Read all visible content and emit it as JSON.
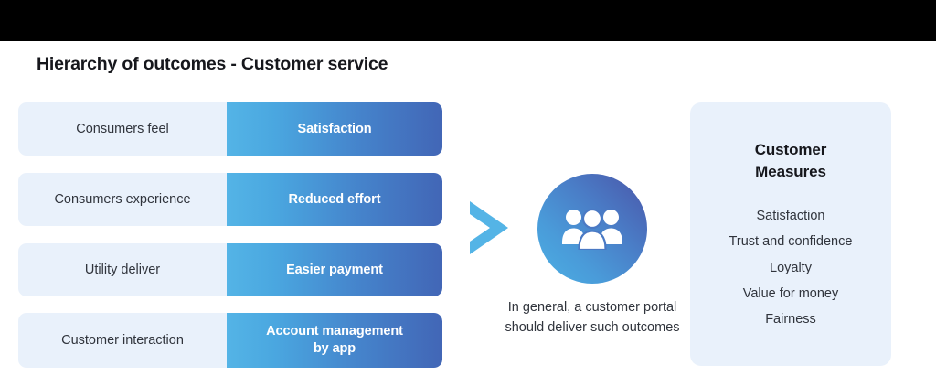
{
  "title": "Hierarchy of outcomes - Customer service",
  "colors": {
    "letterbox": "#000000",
    "panel_bg": "#e9f1fb",
    "gradient_start": "#54b4e6",
    "gradient_end": "#4266b6",
    "chevron": "#54b4e6",
    "text_dark": "#16171c",
    "text_body": "#30343c",
    "value_text": "#ffffff"
  },
  "hierarchy": {
    "rows": [
      {
        "label": "Consumers feel",
        "value": "Satisfaction"
      },
      {
        "label": "Consumers experience",
        "value": "Reduced effort"
      },
      {
        "label": "Utility deliver",
        "value": "Easier payment"
      },
      {
        "label": "Customer interaction",
        "value": "Account management\nby app"
      }
    ]
  },
  "flow": {
    "arrow_icon": "chevron-right-icon",
    "badge_icon": "people-group-icon",
    "caption": "In general, a customer portal should deliver such outcomes"
  },
  "measures": {
    "title": "Customer\nMeasures",
    "items": [
      "Satisfaction",
      "Trust and confidence",
      "Loyalty",
      "Value for money",
      "Fairness"
    ]
  }
}
